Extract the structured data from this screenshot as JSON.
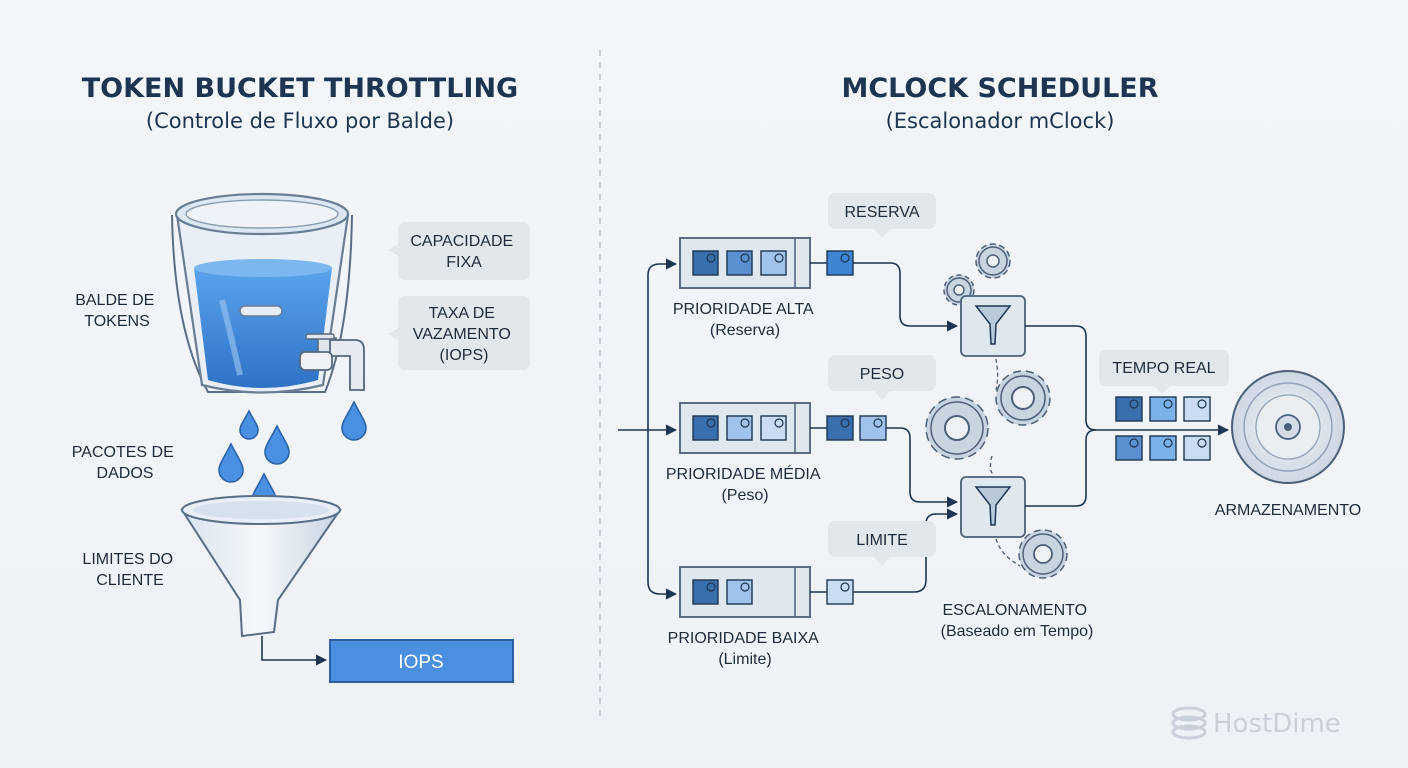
{
  "left_panel": {
    "title": "TOKEN BUCKET THROTTLING",
    "subtitle": "(Controle de Fluxo por Balde)",
    "labels": {
      "bucket": [
        "BALDE DE",
        "TOKENS"
      ],
      "packets": [
        "PACOTES DE",
        "DADOS"
      ],
      "client_limits": [
        "LIMITES DO",
        "CLIENTE"
      ]
    },
    "bubbles": {
      "capacity": [
        "CAPACIDADE",
        "FIXA"
      ],
      "leak_rate": [
        "TAXA DE",
        "VAZAMENTO",
        "(IOPS)"
      ]
    },
    "output_box": "IOPS"
  },
  "right_panel": {
    "title": "MCLOCK SCHEDULER",
    "subtitle": "(Escalonador mClock)",
    "queues": [
      {
        "label": "PRIORIDADE ALTA",
        "sub": "(Reserva)"
      },
      {
        "label": "PRIORIDADE MÉDIA",
        "sub": "(Peso)"
      },
      {
        "label": "PRIORIDADE BAIXA",
        "sub": "(Limite)"
      }
    ],
    "bubbles": {
      "reserve": "RESERVA",
      "weight": "PESO",
      "limit": "LIMITE",
      "realtime": "TEMPO REAL"
    },
    "scheduling": {
      "label": "ESCALONAMENTO",
      "sub": "(Baseado em Tempo)"
    },
    "storage": "ARMAZENAMENTO"
  },
  "logo": {
    "text": "HostDime"
  },
  "colors": {
    "dark_blue": "#1d3550",
    "accent_blue": "#3e86d4",
    "water_blue": "#4a90e2",
    "bubble_bg": "#e2e7ec"
  }
}
